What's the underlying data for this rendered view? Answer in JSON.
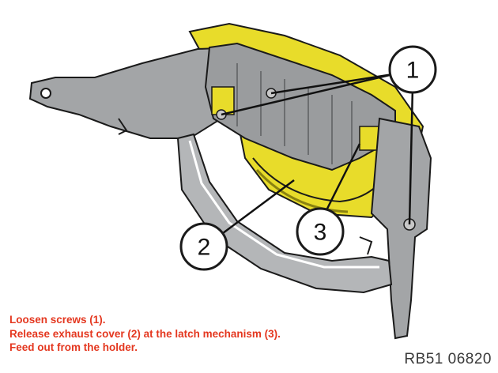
{
  "callouts": {
    "screw": "1",
    "exhaust_cover": "2",
    "latch": "3"
  },
  "instructions": {
    "line1": "Loosen screws (1).",
    "line2": "Release exhaust cover (2) at the latch mechanism (3).",
    "line3": "Feed out from the holder."
  },
  "figure_id": "RB51 06820",
  "colors": {
    "instruction_text": "#e4371f",
    "highlight_part": "#e8dc2a",
    "body_grey": "#9a9c9e",
    "outline": "#1a1a1a"
  }
}
